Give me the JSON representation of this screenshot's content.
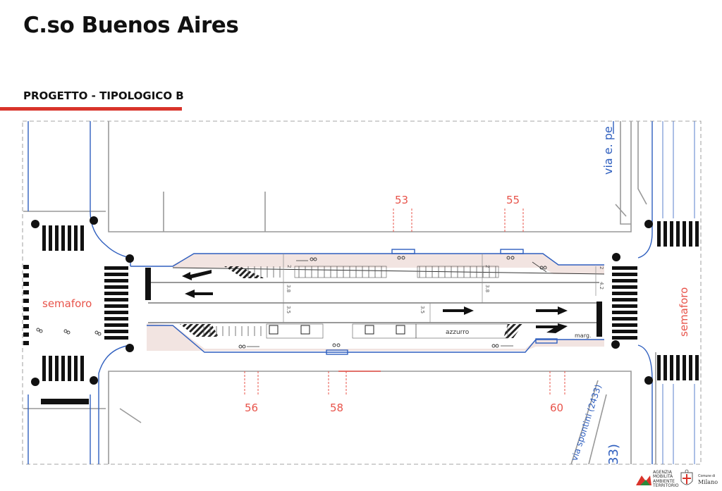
{
  "header": {
    "title": "C.so Buenos Aires",
    "subtitle": "PROGETTO - TIPOLOGICO B"
  },
  "plan": {
    "street_top_right": "via e. pe",
    "street_bottom": "via spontini (2433)",
    "bottom_fragment": "33)",
    "signals": [
      "semaforo",
      "semaforo"
    ],
    "civic_top": [
      "53",
      "55"
    ],
    "civic_bottom": [
      "56",
      "58",
      "60"
    ],
    "dims": [
      "2",
      "2",
      "3.8",
      "3.8",
      "3.5",
      "3.5",
      "4.2",
      "2"
    ],
    "lane_label": "azzurro",
    "short_label": "marg."
  },
  "footer": {
    "agency": "AGENZIA\nMOBILITÀ\nAMBIENTE\nTERRITORIO",
    "city_small": "Comune di",
    "city": "Milano"
  },
  "colors": {
    "accent": "#d9342b",
    "curb": "#2f5fbf",
    "annotation": "#e8534a",
    "sidewalk_fill": "#f2e4e1"
  }
}
